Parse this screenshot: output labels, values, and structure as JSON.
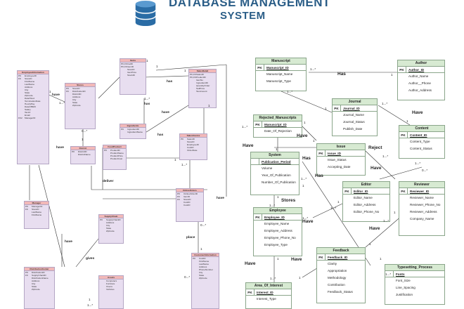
{
  "header": {
    "line1": "DATABASE MANAGEMENT",
    "line2": "SYSTEM"
  },
  "colors": {
    "title": "#2a5d87",
    "right_header": "#d7ead2",
    "left_header": "#f2b8b8",
    "left_body": "#e8def0"
  },
  "right_entities": {
    "manuscript": {
      "title": "Manuscript",
      "pk": "PK",
      "key": "Manuscript_ID",
      "attrs": [
        "Manuscript_Name",
        "Manuscript_Type"
      ]
    },
    "author": {
      "title": "Author",
      "pk": "PK",
      "key": "Author_ID",
      "attrs": [
        "Author_Name",
        "Author__Phone",
        "Author_Address"
      ]
    },
    "journal": {
      "title": "Journal",
      "pk": "PK",
      "key": "Journal_ID",
      "attrs": [
        "Journal_Name",
        "Journal_Status",
        "Publish_Date"
      ]
    },
    "rejected": {
      "title": "Rejected_Manuscripts",
      "pk": "PK",
      "key": "Manuscript_ID",
      "attrs": [
        "Date_Of_Rejection"
      ]
    },
    "content": {
      "title": "Content",
      "pk": "PK",
      "key": "Content_ID",
      "attrs": [
        "Content_Type",
        "Content_Status"
      ]
    },
    "system": {
      "title": "System",
      "pk": "",
      "key": "Publication_Period",
      "attrs": [
        "Volume",
        "Year_Of_Publication",
        "Number_Of_Publication"
      ]
    },
    "issue": {
      "title": "Issue",
      "pk": "PK",
      "key": "Issue_ID",
      "attrs": [
        "Issue_Status",
        "Accepting_Date"
      ]
    },
    "editor": {
      "title": "Editor",
      "pk": "PK",
      "key": "Editor_ID",
      "attrs": [
        "Editor_Name",
        "Editor_Address",
        "Editor_Phone_No"
      ]
    },
    "reviewer": {
      "title": "Reviewer",
      "pk": "PK",
      "key": "Reviewer_ID",
      "attrs": [
        "Reviewer_Name",
        "Reviewer_Phone_No",
        "Reviewer_Address",
        "Company_Name"
      ]
    },
    "employee": {
      "title": "Employee",
      "pk": "PK",
      "key": "Employee_ID",
      "attrs": [
        "Employee_Name",
        "Employee_Address",
        "Employee_Phone_No",
        "Employee_Type"
      ]
    },
    "feedback": {
      "title": "Feedback",
      "pk": "PK",
      "key": "Feedback_ID",
      "attrs": [
        "Clarity",
        "Appropriation",
        "Methodology",
        "Contribution",
        "Feedback_Status"
      ]
    },
    "typesetting": {
      "title": "Typesetting_Process",
      "pk": "",
      "key": "Fonts",
      "attrs": [
        "Font_Size",
        "Line_Spacing",
        "Justification"
      ]
    },
    "area": {
      "title": "Area_Of_Interest",
      "pk": "PK",
      "key": "Interest_ID",
      "attrs": [
        "Interest_Type"
      ]
    }
  },
  "right_relations": {
    "has1": "Has",
    "have1": "Have",
    "have2": "Have",
    "reject": "Reject",
    "have3": "Have",
    "stores": "Stores",
    "has2": "Has",
    "has3": "Has",
    "have4": "Have",
    "have5": "Have",
    "have6": "Have",
    "have7": "Have"
  },
  "right_cards": {
    "c1": "1...*",
    "c2": "1",
    "c3": "1...*",
    "c4": "1",
    "c5": "1...*",
    "c6": "1",
    "c7": "1...*",
    "c8": "1",
    "c9": "1",
    "c10": "1...*",
    "c11": "1...*",
    "c12": "0...*",
    "c13": "1",
    "c14": "1...*",
    "c15": "1",
    "c16": "1...*",
    "c17": "1",
    "c18": "1...*",
    "c19": "1...*",
    "c20": "1",
    "c21": "1",
    "c22": "1...*",
    "c23": "1",
    "c24": "1...*",
    "c25": "1",
    "c26": "1",
    "c27": "1...*",
    "c28": "1"
  },
  "left_entities": {
    "empinfo": {
      "title": "EmployeeInformation",
      "rows": [
        [
          "PK",
          "EmployeeID"
        ],
        [
          "FK",
          "StoreID"
        ],
        [
          "",
          "FirstName"
        ],
        [
          "",
          "LastName"
        ],
        [
          "",
          "Address"
        ],
        [
          "",
          "City"
        ],
        [
          "",
          "State"
        ],
        [
          "",
          "ZipCode"
        ],
        [
          "",
          "DateHired"
        ],
        [
          "",
          "TerminationDate"
        ],
        [
          "",
          "HourlyPay"
        ],
        [
          "",
          "DateOfBirth"
        ],
        [
          "",
          "Salary"
        ],
        [
          "",
          "Tax13"
        ],
        [
          "",
          "Email"
        ],
        [
          "FK2",
          "ManagerID"
        ]
      ]
    },
    "stores": {
      "title": "Stores",
      "rows": [
        [
          "PK",
          "StoreID"
        ],
        [
          "FK",
          "DistributionID"
        ],
        [
          "",
          "DistrictID"
        ],
        [
          "",
          "Address"
        ],
        [
          "",
          "City"
        ],
        [
          "",
          "State"
        ],
        [
          "",
          "ZipCode"
        ]
      ]
    },
    "items": {
      "title": "Items",
      "rows": [
        [
          "PK,FK",
          "CatID"
        ],
        [
          "PK,FK",
          "ItemID"
        ],
        [
          "",
          "StoreID"
        ],
        [
          "",
          "ItemPrice"
        ],
        [
          "",
          "StockID"
        ]
      ]
    },
    "salesdetail": {
      "title": "SalesDetail",
      "rows": [
        [
          "PK,FK",
          "SalesID"
        ],
        [
          "PK,FK",
          "ProductID"
        ],
        [
          "",
          "ItemNo"
        ],
        [
          "",
          "IngredientID"
        ],
        [
          "",
          "QuantityOrder"
        ],
        [
          "",
          "SellPrice"
        ],
        [
          "",
          "TaxAmount"
        ]
      ]
    },
    "ingredients": {
      "title": "Ingredients",
      "rows": [
        [
          "PK",
          "IngredientID"
        ],
        [
          "",
          "IngredientName"
        ]
      ]
    },
    "salesorder": {
      "title": "SalesInvoice",
      "rows": [
        [
          "PK",
          "SalesID"
        ],
        [
          "",
          "StoreID"
        ],
        [
          "",
          "EmployeeID"
        ],
        [
          "",
          "CustID"
        ],
        [
          "",
          "OrderDate"
        ]
      ]
    },
    "district": {
      "title": "District",
      "rows": [
        [
          "PK",
          "DistrictID"
        ],
        [
          "",
          "DistrictName"
        ]
      ]
    },
    "product": {
      "title": "FoodProduct",
      "rows": [
        [
          "PK",
          "ProductID"
        ],
        [
          "",
          "ProductName"
        ],
        [
          "",
          "ProductPrice"
        ],
        [
          "",
          "ProductCost"
        ]
      ]
    },
    "manager": {
      "title": "Manager",
      "rows": [
        [
          "PK",
          "ManagerID"
        ],
        [
          "FK",
          "StoreID"
        ],
        [
          "",
          "LastName"
        ],
        [
          "",
          "FirstName"
        ]
      ]
    },
    "supply": {
      "title": "SupplyChain",
      "rows": [
        [
          "PK",
          "SupplyChainID"
        ],
        [
          "",
          "Address"
        ],
        [
          "",
          "City"
        ],
        [
          "",
          "State"
        ],
        [
          "",
          "ZipCode"
        ]
      ]
    },
    "online": {
      "title": "OnlineOrders",
      "rows": [
        [
          "PK",
          "OnlineOrderID"
        ],
        [
          "FK",
          "ItemID"
        ],
        [
          "FK",
          "StoreID"
        ],
        [
          "",
          "CustID"
        ],
        [
          "",
          "CustID"
        ]
      ]
    },
    "distcenter": {
      "title": "DistributionCenter",
      "rows": [
        [
          "PK",
          "DistributionID"
        ],
        [
          "FK",
          "SupplyChainID"
        ],
        [
          "",
          "DistributionName"
        ],
        [
          "",
          "Address"
        ],
        [
          "",
          "City"
        ],
        [
          "",
          "State"
        ],
        [
          "",
          "ZipCode"
        ]
      ]
    },
    "assets": {
      "title": "Assets",
      "rows": [
        [
          "",
          "Computers"
        ],
        [
          "",
          "Furniture"
        ],
        [
          "",
          "Ovens"
        ],
        [
          "",
          "Vehicles"
        ]
      ]
    },
    "customer": {
      "title": "CustomerInformation",
      "rows": [
        [
          "PK",
          "CustID"
        ],
        [
          "",
          "FirstName"
        ],
        [
          "",
          "LastName"
        ],
        [
          "",
          "Address"
        ],
        [
          "",
          "PhoneNumber"
        ],
        [
          "",
          "City"
        ],
        [
          "",
          "State"
        ],
        [
          "",
          "ZipCode"
        ]
      ]
    }
  },
  "left_relations": {
    "have_a": "have",
    "have_b": "have",
    "has_a": "has",
    "have_c": "have",
    "has_b": "has",
    "has_c": "has",
    "deliver": "deliver",
    "have_d": "have",
    "place": "place",
    "gives": "gives",
    "have_e": "have"
  },
  "left_cards": {
    "l1": "1",
    "l2": "1...*",
    "l3": "0...*",
    "l4": "1",
    "l5": "1",
    "l6": "1",
    "l7": "1",
    "l8": "1...*",
    "l9": "1",
    "l10": "1",
    "l11": "1...*",
    "l12": "0...*",
    "l13": "1",
    "l14": "0...*",
    "l15": "1",
    "l16": "1...*"
  }
}
